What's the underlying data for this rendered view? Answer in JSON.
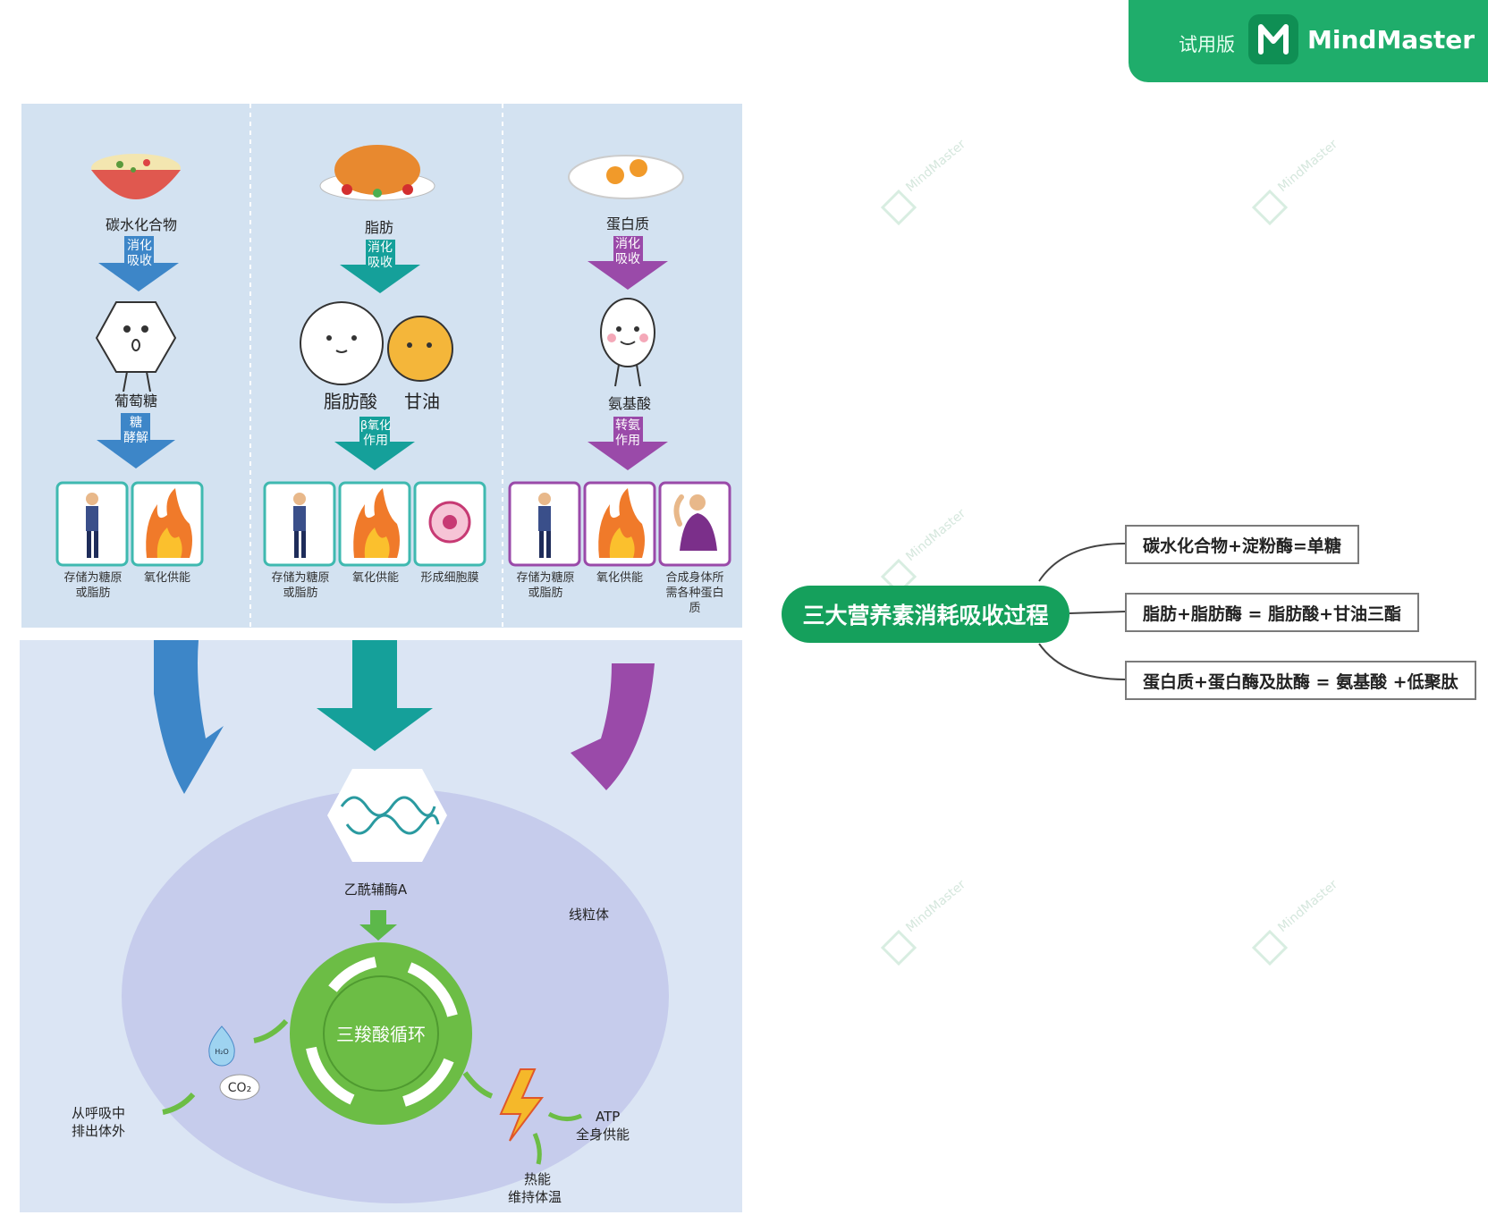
{
  "badge": {
    "trial_label": "试用版",
    "brand": "MindMaster",
    "color": "#1fad6b"
  },
  "watermark_text": "MindMaster",
  "columns": [
    {
      "food": "碳水化合物",
      "process": [
        "消化",
        "吸收"
      ],
      "product": "葡萄糖",
      "process2": [
        "糖",
        "酵解"
      ],
      "color": "#3d86c8",
      "outcomes": [
        "存储为糖原",
        "或脂肪",
        "氧化供能"
      ]
    },
    {
      "food": "脂肪",
      "process": [
        "消化",
        "吸收"
      ],
      "product_a": "脂肪酸",
      "product_b": "甘油",
      "process2": [
        "β氧化",
        "作用"
      ],
      "color": "#15a09a",
      "outcomes": [
        "存储为糖原",
        "或脂肪",
        "氧化供能",
        "形成细胞膜"
      ]
    },
    {
      "food": "蛋白质",
      "process": [
        "消化",
        "吸收"
      ],
      "product": "氨基酸",
      "process2": [
        "转氨",
        "作用"
      ],
      "color": "#9a4aa9",
      "outcomes": [
        "存储为糖原",
        "或脂肪",
        "氧化供能",
        "合成身体所",
        "需各种蛋白",
        "质"
      ]
    }
  ],
  "cycle": {
    "acetyl": "乙酰辅酶A",
    "mito": "线粒体",
    "center": "三羧酸循环",
    "h2o": "H₂O",
    "co2": "CO₂",
    "exhale": [
      "从呼吸中",
      "排出体外"
    ],
    "atp": [
      "ATP",
      "全身供能"
    ],
    "heat": [
      "热能",
      "维持体温"
    ]
  },
  "mindmap": {
    "root": "三大营养素消耗吸收过程",
    "branches": [
      "碳水化合物+淀粉酶=单糖",
      "脂肪+脂肪酶 = 脂肪酸+甘油三酯",
      "蛋白质+蛋白酶及肽酶 = 氨基酸 +低聚肽"
    ],
    "root_color": "#15a05c"
  }
}
